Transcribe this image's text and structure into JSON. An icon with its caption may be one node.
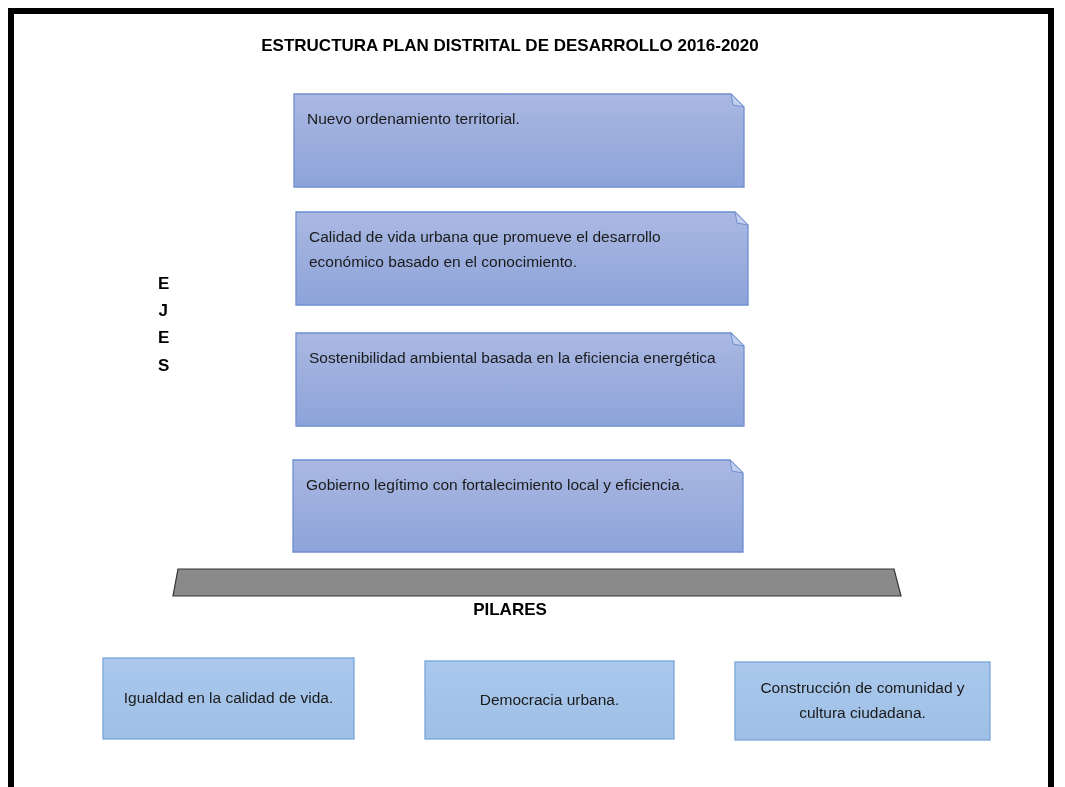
{
  "diagram": {
    "title": "ESTRUCTURA PLAN DISTRITAL DE DESARROLLO 2016-2020",
    "nodes": [
      {
        "text": [
          "Nuevo ordenamiento territorial."
        ]
      },
      {
        "text": [
          "Calidad de vida urbana que promueve el desarrollo económico basado en el conocimiento."
        ]
      },
      {
        "text": [
          "Sostenibilidad ambiental basada en la eficiencia energética"
        ]
      },
      {
        "text": [
          "Gobierno legítimo con fortalecimiento local y eficiencia."
        ]
      },
      {
        "text": [],
        "shape": "bar"
      },
      {
        "text": [
          "Igualdad en la calidad de vida."
        ]
      },
      {
        "text": [
          "Democracia urbana."
        ]
      },
      {
        "text": [
          "Construcción de comunidad y cultura ciudadana."
        ]
      }
    ],
    "labels": [
      "EJES",
      "PILARES"
    ]
  }
}
